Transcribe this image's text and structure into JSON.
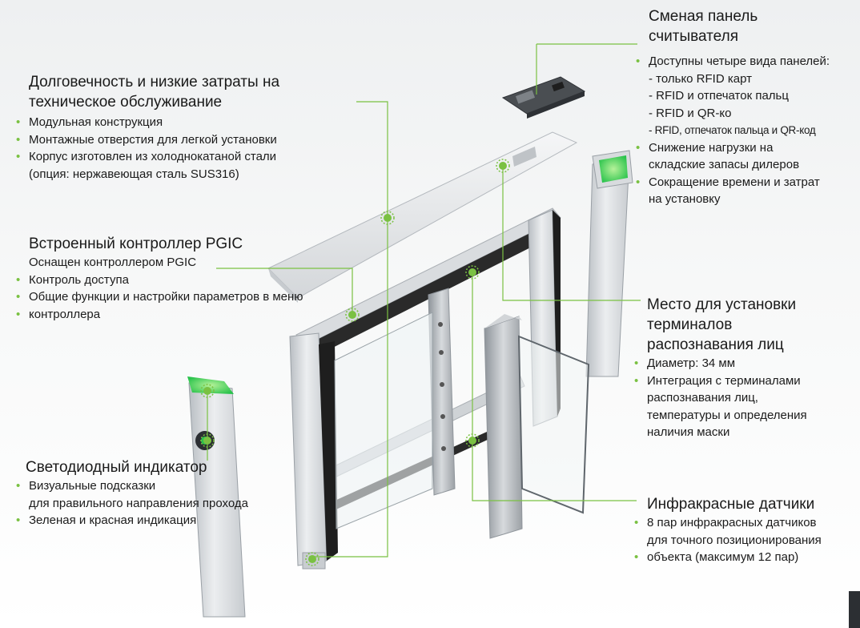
{
  "blocks": {
    "durability": {
      "title_lines": [
        "Долговечность и низкие затраты на",
        "техническое обслуживание"
      ],
      "items": [
        "Модульная конструкция",
        "Монтажные отверстия для легкой установки",
        "Корпус изготовлен из холоднокатаной стали"
      ],
      "note": "(опция: нержавеющая сталь SUS316)"
    },
    "controller": {
      "title": "Встроенный контроллер PGIC",
      "subtitle": "Оснащен контроллером PGIC",
      "items": [
        "Контроль доступа",
        "Общие функции и настройки параметров в меню",
        "контроллера"
      ]
    },
    "led": {
      "title": "Светодиодный индикатор",
      "items": [
        "Визуальные подсказки"
      ],
      "continuation": "для правильного направления прохода",
      "items2": [
        "Зеленая и красная индикация"
      ]
    },
    "reader": {
      "title_lines": [
        "Сменая панель",
        "считывателя"
      ],
      "intro": "Доступны четыре вида панелей:",
      "subitems": [
        "- только RFID карт",
        "- RFID и отпечаток пальц",
        "- RFID и QR-ко"
      ],
      "subitem_condensed": "- RFID, отпечаток пальца и QR-код",
      "items": [
        [
          "Снижение нагрузки на",
          "складские запасы дилеров"
        ],
        [
          "Сокращение времени и затрат",
          "на установку"
        ]
      ]
    },
    "face": {
      "title_lines": [
        "Место для установки",
        "терминалов",
        "распознавания лиц"
      ],
      "items": [
        [
          "Диаметр: 34 мм"
        ],
        [
          "Интеграция с терминалами",
          "распознавания лиц,",
          "температуры и определения",
          "наличия маски"
        ]
      ]
    },
    "ir": {
      "title": "Инфракрасные датчики",
      "items": [
        [
          "8 пар инфракрасных датчиков",
          "для точного позиционирования"
        ],
        [
          "объекта (максимум 12 пар)"
        ]
      ]
    }
  },
  "colors": {
    "accent_green": "#7ac142",
    "callout_line": "#7ac142",
    "steel_light": "#e6e8ea",
    "steel_dark": "#9aa0a6",
    "black_strip": "#1e1e1e"
  }
}
